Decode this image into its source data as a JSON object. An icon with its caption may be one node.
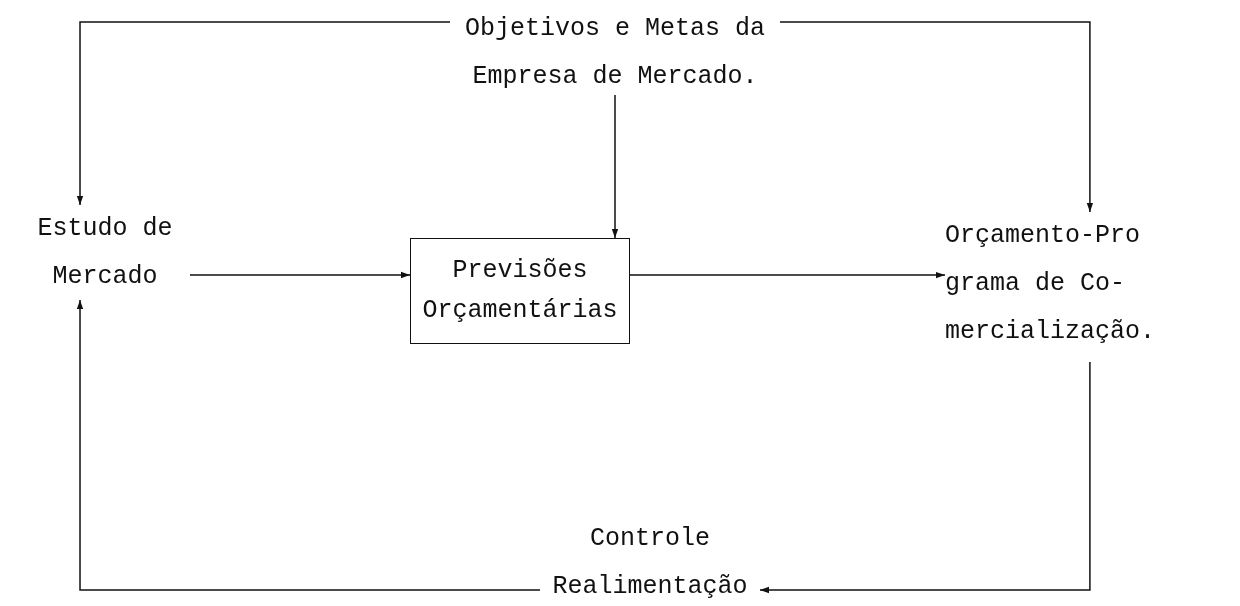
{
  "diagram": {
    "nodes": [
      {
        "text": [
          "Objetivos e Metas da Empresa de Mercado."
        ]
      },
      {
        "text": [
          "Estudo de Mercado"
        ]
      },
      {
        "text": [
          "Previsões Orçamentárias"
        ]
      },
      {
        "text": [
          "Orçamento-Pro grama de Co- mercialização."
        ]
      },
      {
        "text": [
          "Controle",
          "Realimentação"
        ]
      }
    ],
    "edges": [
      {
        "from": 0,
        "to": 1,
        "arrow": "to"
      },
      {
        "from": 0,
        "to": 3,
        "arrow": "to"
      },
      {
        "from": 0,
        "to": 2,
        "arrow": "to"
      },
      {
        "from": 1,
        "to": 2,
        "arrow": "to"
      },
      {
        "from": 2,
        "to": 3,
        "arrow": "to"
      },
      {
        "from": 3,
        "to": 4,
        "arrow": "to"
      },
      {
        "from": 4,
        "to": 1,
        "arrow": "to"
      }
    ]
  }
}
